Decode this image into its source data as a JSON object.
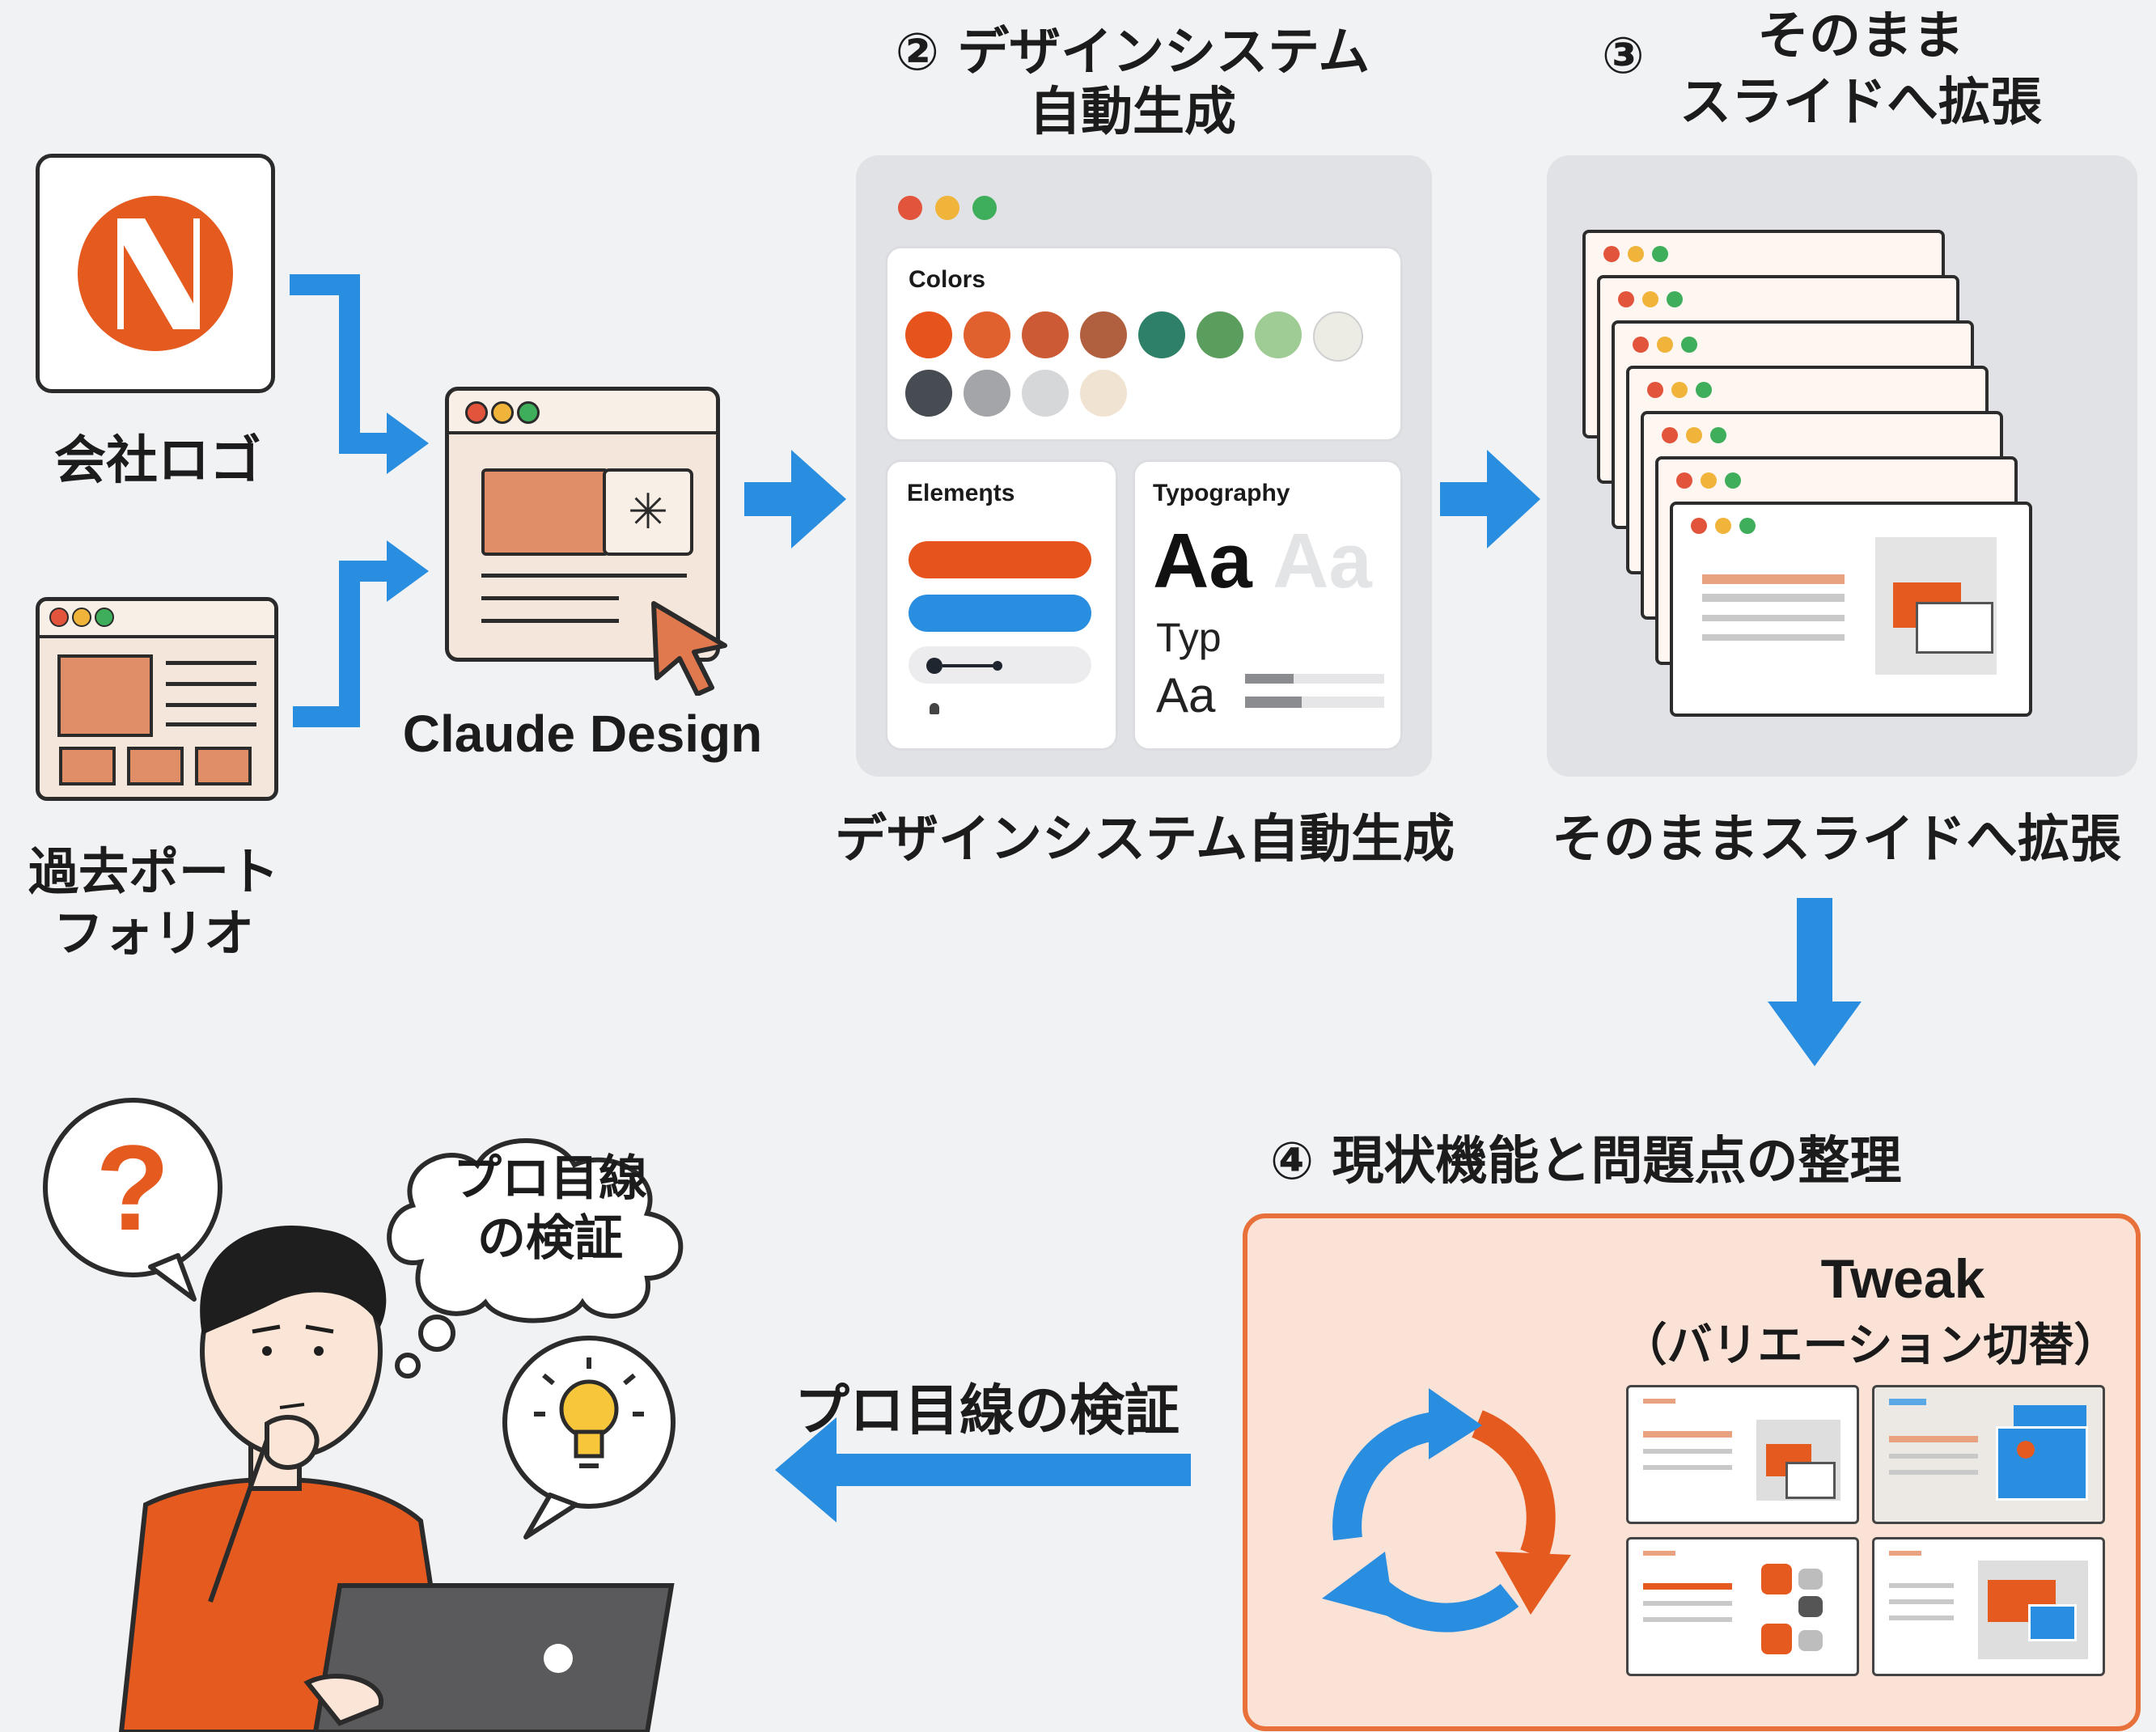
{
  "colors": {
    "orange": "#e55a1f",
    "blue": "#2a8ee0",
    "green_dot": "#3fae5a",
    "yellow_dot": "#f0b43a",
    "red_dot": "#e2553c",
    "tweak_bg": "#fbe2d6",
    "tweak_border": "#e8703a"
  },
  "inputs": {
    "logo_label": "会社ロゴ",
    "portfolio_label_line1": "過去ポート",
    "portfolio_label_line2": "フォリオ"
  },
  "claude": {
    "label": "Claude Design"
  },
  "step2": {
    "number": "②",
    "title_line1": "デザインシステム",
    "title_line2": "自動生成",
    "caption": "デザインシステム自動生成",
    "colors_heading": "Colors",
    "elements_heading": "Elemeŋts",
    "typography_heading": "Typography",
    "type_big": "Aa",
    "type_ghost": "Aa",
    "type_mid": "Typ",
    "type_small": "Aa",
    "swatches_row1": [
      "#e6531c",
      "#e0602e",
      "#cc5a34",
      "#b0603f",
      "#2f8069",
      "#5b9d5d",
      "#9fcb94",
      "#ecece4"
    ],
    "swatches_row2": [
      "#474b52",
      "#a3a5a9",
      "#d6d7d9",
      "#f1e3d1"
    ]
  },
  "step3": {
    "number": "③",
    "title_line1": "そのまま",
    "title_line2": "スライドへ拡張",
    "caption": "そのままスライドへ拡張"
  },
  "step4": {
    "number": "④",
    "title": "現状機能と問題点の整理",
    "tweak_title": "Tweak",
    "tweak_subtitle": "（バリエーション切替）"
  },
  "review": {
    "arrow_label": "プロ目線の検証",
    "thought_line1": "プロ目線",
    "thought_line2": "の検証",
    "question_mark": "?"
  }
}
